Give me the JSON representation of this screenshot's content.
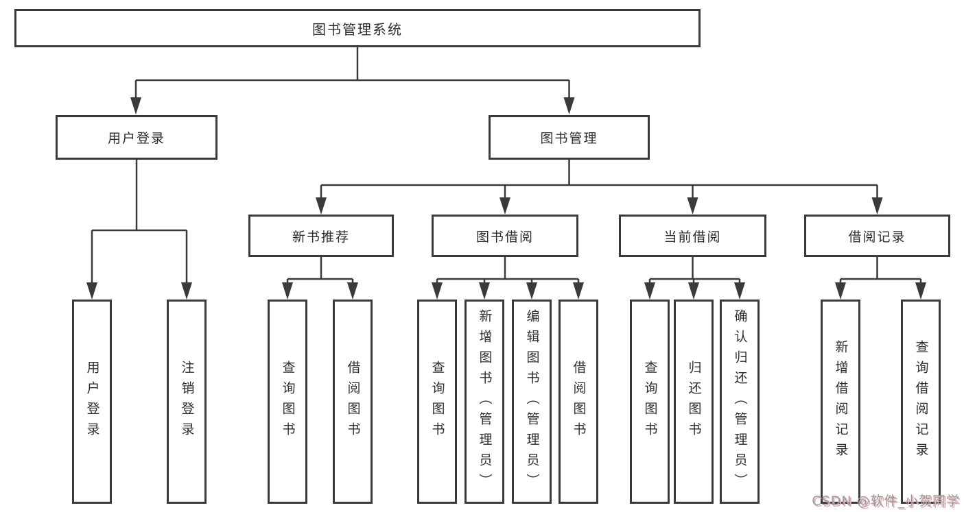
{
  "diagram": {
    "root": {
      "label": "图书管理系统"
    },
    "branches": [
      {
        "label": "用户登录",
        "children": [
          {
            "label": "用户登录"
          },
          {
            "label": "注销登录"
          }
        ]
      },
      {
        "label": "图书管理",
        "children": [
          {
            "label": "新书推荐",
            "children": [
              {
                "label": "查询图书"
              },
              {
                "label": "借阅图书"
              }
            ]
          },
          {
            "label": "图书借阅",
            "children": [
              {
                "label": "查询图书"
              },
              {
                "label": "新增图书（管理员）"
              },
              {
                "label": "编辑图书（管理员）"
              },
              {
                "label": "借阅图书"
              }
            ]
          },
          {
            "label": "当前借阅",
            "children": [
              {
                "label": "查询图书"
              },
              {
                "label": "归还图书"
              },
              {
                "label": "确认归还（管理员）"
              }
            ]
          },
          {
            "label": "借阅记录",
            "children": [
              {
                "label": "新增借阅记录"
              },
              {
                "label": "查询借阅记录"
              }
            ]
          }
        ]
      }
    ]
  },
  "colors": {
    "line": "#3a3a3a",
    "box_border": "#3a3a3a",
    "text": "#2e2e2e",
    "watermark_text": "#9c9c9c",
    "watermark_shadow": "#eaa8ad",
    "background": "#ffffff"
  },
  "watermark": {
    "text": "CSDN @软件_小贺同学"
  }
}
